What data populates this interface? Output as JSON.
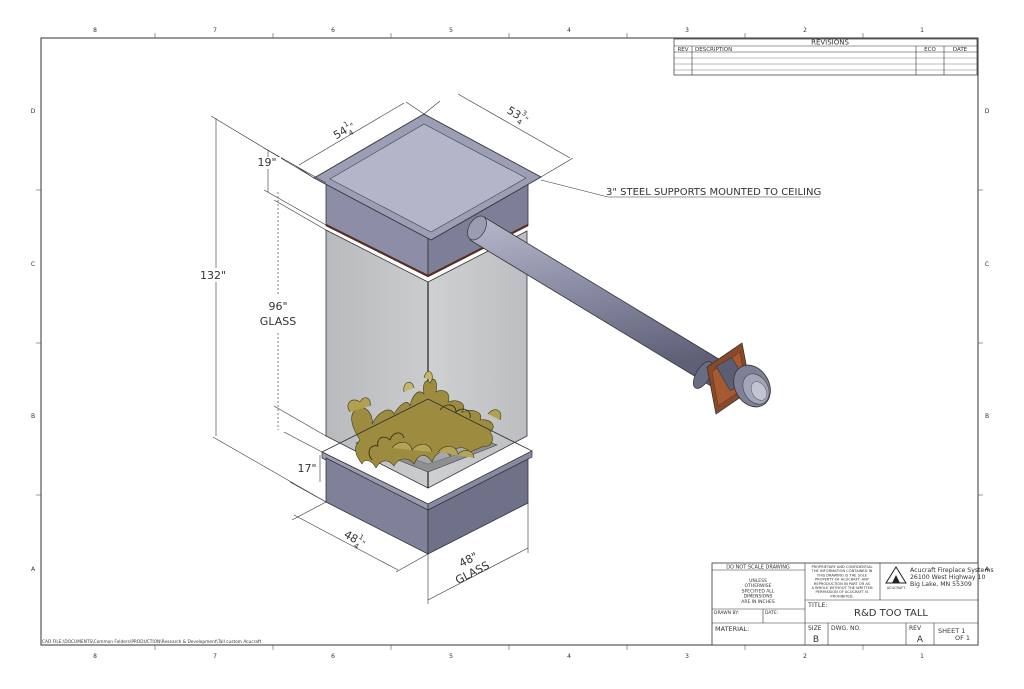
{
  "border": {
    "columns_top": [
      "8",
      "7",
      "6",
      "5",
      "4",
      "3",
      "2",
      "1"
    ],
    "columns_bottom": [
      "8",
      "7",
      "6",
      "5",
      "4",
      "3",
      "2",
      "1"
    ],
    "rows_left": [
      "D",
      "C",
      "B",
      "A"
    ],
    "rows_right": [
      "D",
      "C",
      "B",
      "A"
    ]
  },
  "revisions": {
    "title": "REVISIONS",
    "headers": [
      "REV",
      "DESCRIPTION",
      "ECO",
      "DATE"
    ]
  },
  "dimensions": {
    "top_width": "54",
    "top_width_frac_num": "1",
    "top_width_frac_den": "4",
    "top_width_unit": "\"",
    "top_depth": "53",
    "top_depth_frac_num": "3",
    "top_depth_frac_den": "4",
    "top_depth_unit": "\"",
    "hood_height": "19\"",
    "overall_height": "132\"",
    "glass_height": "96\"",
    "glass_height_label": "GLASS",
    "base_height": "17\"",
    "base_width": "48",
    "base_width_frac_num": "1",
    "base_width_frac_den": "4",
    "base_width_unit": "\"",
    "glass_width": "48\"",
    "glass_width_label": "GLASS"
  },
  "callout": "3\" STEEL SUPPORTS MOUNTED TO CEILING",
  "title_block": {
    "do_not_scale": "DO NOT SCALE DRAWING",
    "proprietary_lines": [
      "PROPRIETARY AND CONFIDENTIAL",
      "THE INFORMATION CONTAINED IN",
      "THIS DRAWING IS THE SOLE",
      "PROPERTY OF ACUCRAFT. ANY",
      "REPRODUCTION IN PART OR AS",
      "A WHOLE WITHOUT THE WRITTEN",
      "PERMISSION OF ACUCRAFT IS",
      "PROHIBITED."
    ],
    "unless_lines": [
      "UNLESS",
      "OTHERWISE",
      "SPECIFIED ALL",
      "DIMENSIONS",
      "ARE IN INCHES"
    ],
    "company_lines": [
      "Acucraft Fireplace Systems",
      "26100 West Highway 10",
      "Big Lake, MN 55309"
    ],
    "logo_text": "ACUCRAFT",
    "drawn_by_label": "DRAWN BY:",
    "date_label": "DATE:",
    "title_label": "TITLE:",
    "title": "R&D TOO TALL",
    "material_label": "MATERIAL:",
    "size_label": "SIZE",
    "size_value": "B",
    "dwg_no_label": "DWG. NO.",
    "rev_label": "REV",
    "rev_value": "A",
    "sheet_label": "SHEET 1",
    "sheet_of": "OF 1"
  },
  "file_path": "CAD FILE:\\DOCUMENTS\\Common Folders\\PRODUCTION\\Research & Development\\Tall custom Acucraft",
  "colors": {
    "line": "#222222",
    "steel_light": "#a2a4b8",
    "steel_mid": "#8a8ca6",
    "steel_dark": "#6b6d84",
    "glass": "#c0c1c4",
    "pipe": "#7c7e97",
    "flange": "#8a4a2a",
    "flame": "#9a8a3c"
  }
}
